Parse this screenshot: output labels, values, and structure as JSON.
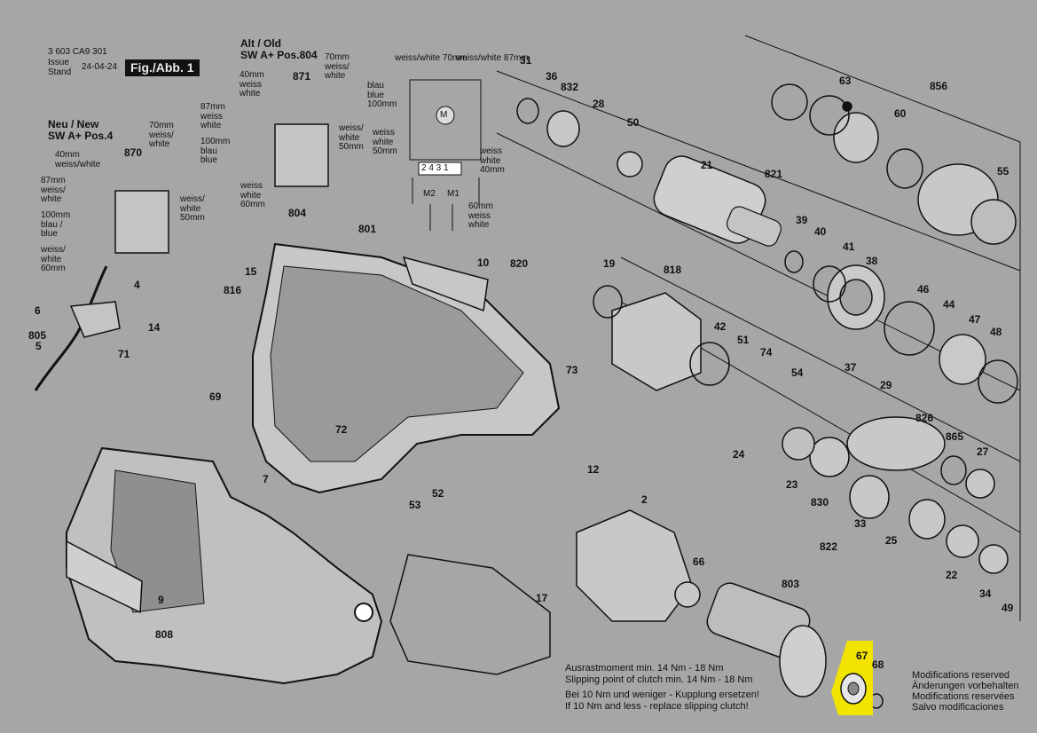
{
  "header": {
    "part_number": "3 603 CA9 301",
    "issue": "Issue",
    "stand": "Stand",
    "date": "24-04-24",
    "figure": "Fig./Abb. 1"
  },
  "switch_new": {
    "title": "Neu / New",
    "subtitle": "SW A+ Pos.4",
    "labels": [
      "70mm weiss/ white",
      "40mm weiss/white",
      "87mm weiss/ white",
      "100mm blau / blue",
      "weiss/ white 60mm",
      "weiss/ white 50mm"
    ],
    "part": "870"
  },
  "switch_old": {
    "title": "Alt / Old",
    "subtitle": "SW A+ Pos.804",
    "part": "871",
    "labels": [
      "70mm weiss/ white",
      "40mm weiss white",
      "87mm weiss white",
      "100mm blau blue",
      "weiss white 60mm",
      "weiss/ white 50mm"
    ]
  },
  "wiring": {
    "top_left": "weiss/white 70mm",
    "top_right": "weiss/white 87mm",
    "blau": "blau blue 100mm",
    "weiss50": "weiss white 50mm",
    "terminal": "2 4 3 1",
    "m2": "M2",
    "m1": "M1",
    "weiss40": "weiss white 40mm",
    "weiss60": "60mm weiss white",
    "motor": "M"
  },
  "part_numbers": [
    "31",
    "36",
    "832",
    "28",
    "50",
    "21",
    "821",
    "39",
    "40",
    "41",
    "38",
    "46",
    "44",
    "47",
    "48",
    "63",
    "856",
    "60",
    "55",
    "19",
    "818",
    "42",
    "10",
    "820",
    "801",
    "15",
    "816",
    "14",
    "71",
    "69",
    "72",
    "7",
    "52",
    "53",
    "51",
    "74",
    "54",
    "37",
    "29",
    "826",
    "865",
    "27",
    "23",
    "830",
    "33",
    "25",
    "22",
    "34",
    "49",
    "24",
    "822",
    "12",
    "2",
    "66",
    "803",
    "67",
    "68",
    "9",
    "808",
    "17",
    "6",
    "805",
    "5",
    "4",
    "804",
    "73"
  ],
  "notes": {
    "torque_de": "Ausrastmoment min. 14 Nm - 18 Nm",
    "torque_en": "Slipping point of clutch min. 14 Nm - 18 Nm",
    "clutch_de": "Bei 10 Nm und weniger - Kupplung ersetzen!",
    "clutch_en": "If 10 Nm and less - replace slipping clutch!"
  },
  "modifications": {
    "en": "Modifications reserved",
    "de": "Änderungen vorbehalten",
    "fr": "Modifications reservées",
    "es": "Salvo modificaciones"
  },
  "highlight_color": "#f2e400",
  "highlighted_part": "67"
}
